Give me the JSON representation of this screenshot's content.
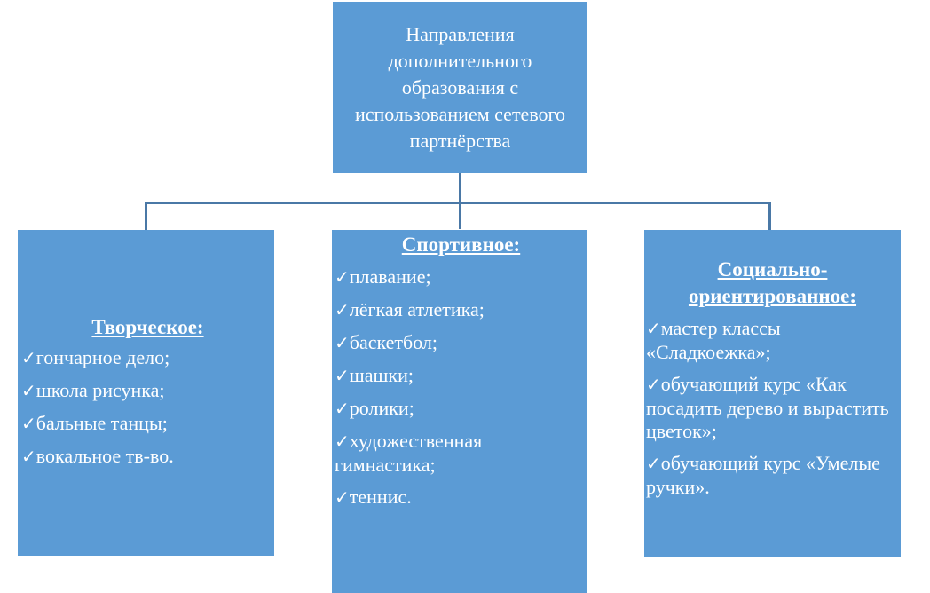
{
  "root": {
    "title": "Направления дополнительного образования с использованием сетевого партнёрства"
  },
  "branches": [
    {
      "heading": "Творческое:",
      "items": [
        "гончарное дело;",
        "школа рисунка;",
        "бальные танцы;",
        "вокальное тв-во."
      ]
    },
    {
      "heading": "Спортивное:",
      "items": [
        "плавание;",
        "лёгкая атлетика;",
        "баскетбол;",
        "шашки;",
        "ролики;",
        "художественная гимнастика;",
        "теннис."
      ]
    },
    {
      "heading": "Социально-ориентированное:",
      "items": [
        "мастер классы «Сладкоежка»;",
        "обучающий курс «Как посадить дерево и вырастить цветок»;",
        "обучающий курс «Умелые ручки»."
      ]
    }
  ],
  "check_icon": "✓",
  "colors": {
    "box": "#5b9bd5",
    "connector": "#4a78a6"
  }
}
